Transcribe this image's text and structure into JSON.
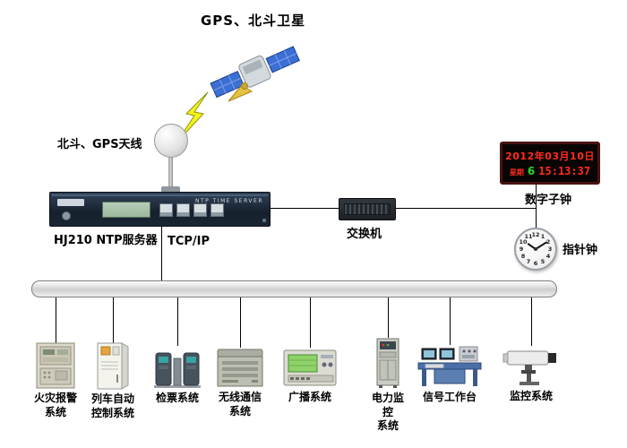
{
  "title": "GPS、北斗卫星",
  "antenna": {
    "label": "北斗、GPS天线"
  },
  "server": {
    "label": "HJ210 NTP服务器",
    "faceplate_text": "NTP TIME SERVER"
  },
  "network": {
    "tcpip_label": "TCP/IP"
  },
  "switch": {
    "label": "交换机"
  },
  "digital_clock": {
    "label": "数字子钟",
    "date": "2012年03月10日",
    "week_label": "星期",
    "week_value": "6",
    "time": "15:13:37"
  },
  "analog_clock": {
    "label": "指针钟",
    "numbers": [
      "12",
      "1",
      "2",
      "3",
      "4",
      "5",
      "6",
      "7",
      "8",
      "9",
      "10",
      "11"
    ]
  },
  "devices": [
    {
      "id": "fire-alarm",
      "label": "火灾报警\n系统"
    },
    {
      "id": "train-control",
      "label": "列车自动\n控制系统"
    },
    {
      "id": "ticket",
      "label": "检票系统"
    },
    {
      "id": "wireless",
      "label": "无线通信\n系统"
    },
    {
      "id": "broadcast",
      "label": "广播系统"
    },
    {
      "id": "power-monitor",
      "label": "电力监控\n系统"
    },
    {
      "id": "signal-workbench",
      "label": "信号工作台"
    },
    {
      "id": "cctv",
      "label": "监控系统"
    }
  ],
  "colors": {
    "led_red": "#ff2d1a",
    "led_green": "#2ad52a",
    "bolt_yellow": "#f4f41c",
    "solar_panel_blue": "#3b6fd4"
  }
}
